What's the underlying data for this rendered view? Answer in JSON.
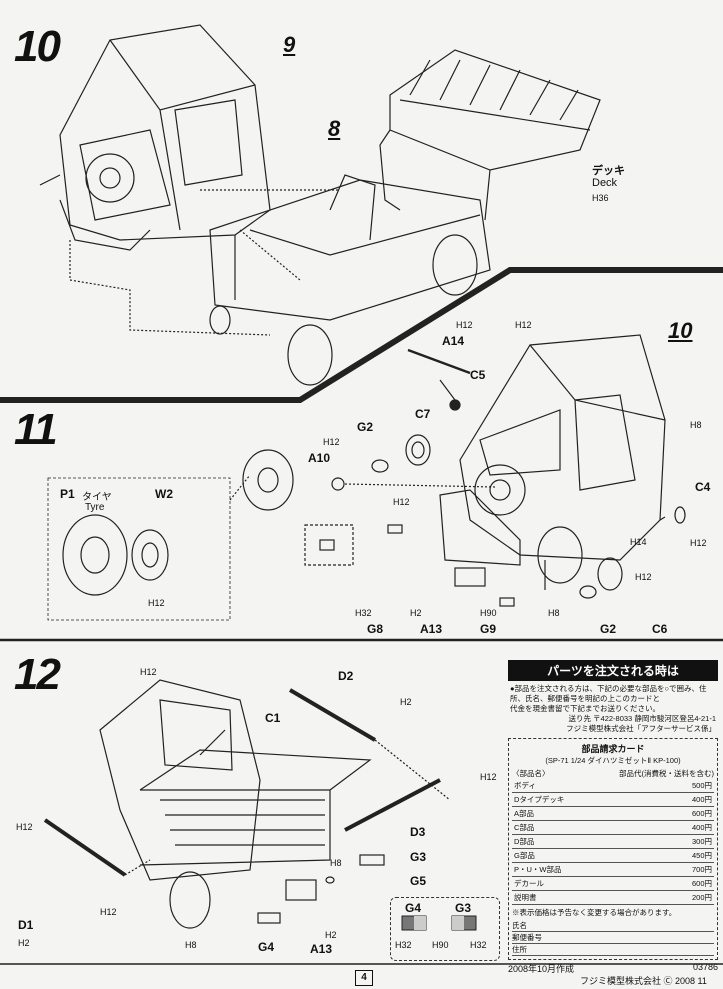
{
  "steps": {
    "s10": {
      "number": "10",
      "ref_a": "9",
      "ref_b": "8",
      "deck_jp": "デッキ",
      "deck_en": "Deck",
      "deck_color": "H36"
    },
    "s11": {
      "number": "11",
      "ref": "10",
      "parts": {
        "a14": "A14",
        "c5": "C5",
        "c7": "C7",
        "g2a": "G2",
        "a10": "A10",
        "c4": "C4",
        "g8": "G8",
        "a13": "A13",
        "g9": "G9",
        "g2b": "G2",
        "c6": "C6",
        "p1": "P1",
        "tyre_jp": "タイヤ",
        "tyre_en": "Tyre",
        "w2": "W2"
      },
      "colors": {
        "h12_a14": "H12",
        "h12_top": "H12",
        "h8_side": "H8",
        "h12_a10": "H12",
        "h12_mid": "H12",
        "h12_c4": "H12",
        "h14": "H14",
        "h12_c6": "H12",
        "h32_g8": "H32",
        "h2_a13": "H2",
        "h90_g9": "H90",
        "h8_bot": "H8",
        "h12_w2": "H12"
      }
    },
    "s12": {
      "number": "12",
      "parts": {
        "d2": "D2",
        "c1": "C1",
        "d3": "D3",
        "g3": "G3",
        "g5": "G5",
        "d1": "D1",
        "g4": "G4",
        "a13": "A13",
        "g4_box": "G4",
        "g3_box": "G3"
      },
      "colors": {
        "h12_tl": "H12",
        "h2_d2": "H2",
        "h12_d3": "H12",
        "h12_d1": "H12",
        "h8_g3": "H8",
        "h12_low": "H12",
        "h2_d1": "H2",
        "h8_g4": "H8",
        "h2_a13": "H2",
        "h32_a": "H32",
        "h90": "H90",
        "h32_b": "H32"
      }
    }
  },
  "order_panel": {
    "title": "パーツを注文される時は",
    "body_1": "●部品を注文される方は、下記の必要な部品を○で囲み、住所、氏名、郵便番号を明記の上このカードと",
    "body_2": "代金を現金書留で下記までお送りください。",
    "address_1": "送り先 〒422-8033 静岡市駿河区登呂4-21-1",
    "address_2": "フジミ模型株式会社「アフターサービス係」",
    "card_title": "部品請求カード",
    "card_sub": "(SP-71 1/24 ダイハツミゼットⅡ KP-100)",
    "col_part": "〈部品名〉",
    "col_price": "部品代(消費税・送料を含む)",
    "rows": [
      {
        "name": "ボディ",
        "price": "500円"
      },
      {
        "name": "Dタイプデッキ",
        "price": "400円"
      },
      {
        "name": "A部品",
        "price": "600円"
      },
      {
        "name": "C部品",
        "price": "400円"
      },
      {
        "name": "D部品",
        "price": "300円"
      },
      {
        "name": "G部品",
        "price": "450円"
      },
      {
        "name": "P・U・W部品",
        "price": "700円"
      },
      {
        "name": "デカール",
        "price": "600円"
      },
      {
        "name": "説明書",
        "price": "200円"
      }
    ],
    "notice": "※表示価格は予告なく変更する場合があります。",
    "form_name": "氏名",
    "form_zip": "郵便番号",
    "form_addr": "住所",
    "made": "2008年10月作成",
    "code": "03786"
  },
  "page_number": "4",
  "footer": "フジミ模型株式会社 Ⓒ 2008 11"
}
